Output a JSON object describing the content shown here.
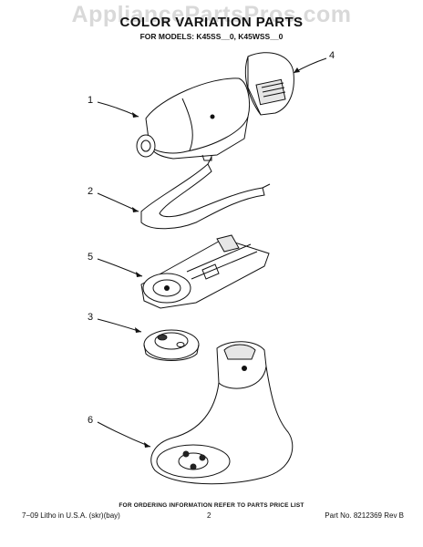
{
  "watermark": "AppliancePartsPros.com",
  "header": {
    "title": "COLOR VARIATION PARTS",
    "models": "FOR MODELS: K45SS__0, K45WSS__0"
  },
  "callouts": [
    {
      "label": "1",
      "part": "motor-housing"
    },
    {
      "label": "2",
      "part": "trim-band"
    },
    {
      "label": "3",
      "part": "planetary-gear-cover"
    },
    {
      "label": "4",
      "part": "attachment-hub-cover"
    },
    {
      "label": "5",
      "part": "base-plate"
    },
    {
      "label": "6",
      "part": "stand-pedestal"
    }
  ],
  "footer": {
    "note": "FOR ORDERING INFORMATION REFER TO PARTS PRICE LIST",
    "left": "7−09 Litho in U.S.A. (skr)(bay)",
    "page": "2",
    "right": "Part No. 8212369 Rev B"
  }
}
